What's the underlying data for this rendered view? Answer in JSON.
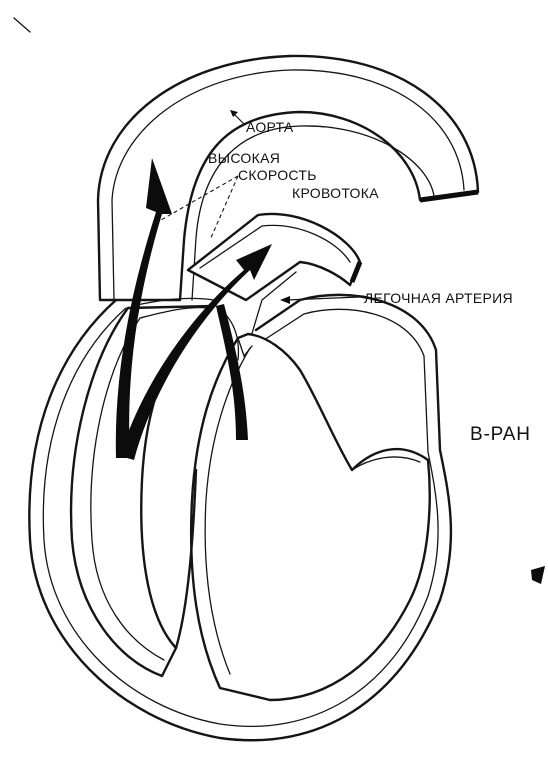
{
  "labels": {
    "aorta": "АОРТА",
    "high_velocity_line1": "ВЫСОКАЯ",
    "high_velocity_line2": "СКОРОСТЬ",
    "high_velocity_line3": "КРОВОТОКА",
    "pulmonary_artery": "ЛЕГОЧНАЯ АРТЕРИЯ",
    "mode": "В-РАН"
  }
}
